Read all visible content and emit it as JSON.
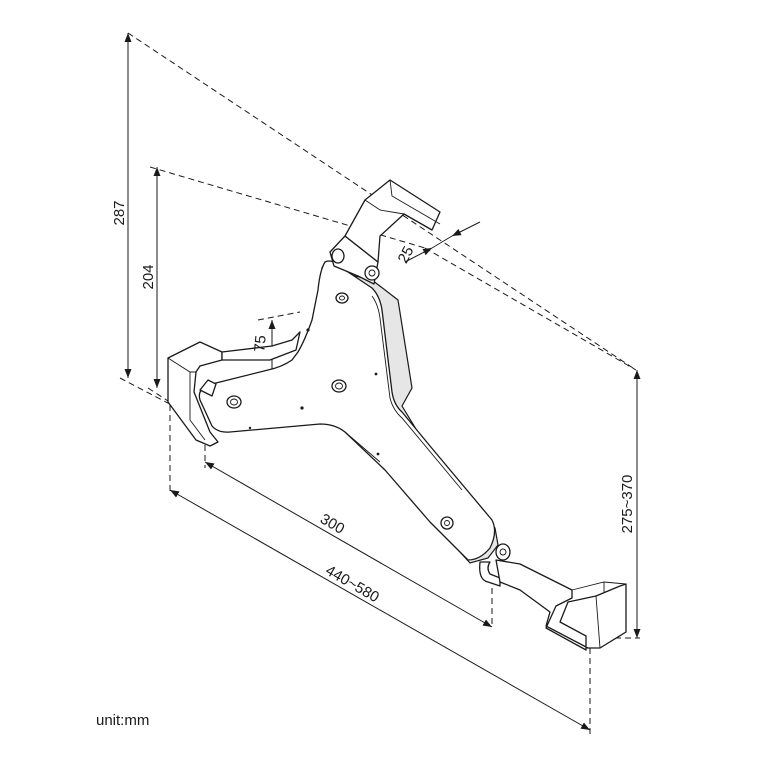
{
  "diagram": {
    "dimensions": {
      "height_total": "287",
      "height_inner": "204",
      "thickness": "25",
      "slot": "75",
      "span_fixed": "300",
      "span_range": "440~580",
      "height_range": "275~370"
    },
    "unit": "unit:mm"
  }
}
